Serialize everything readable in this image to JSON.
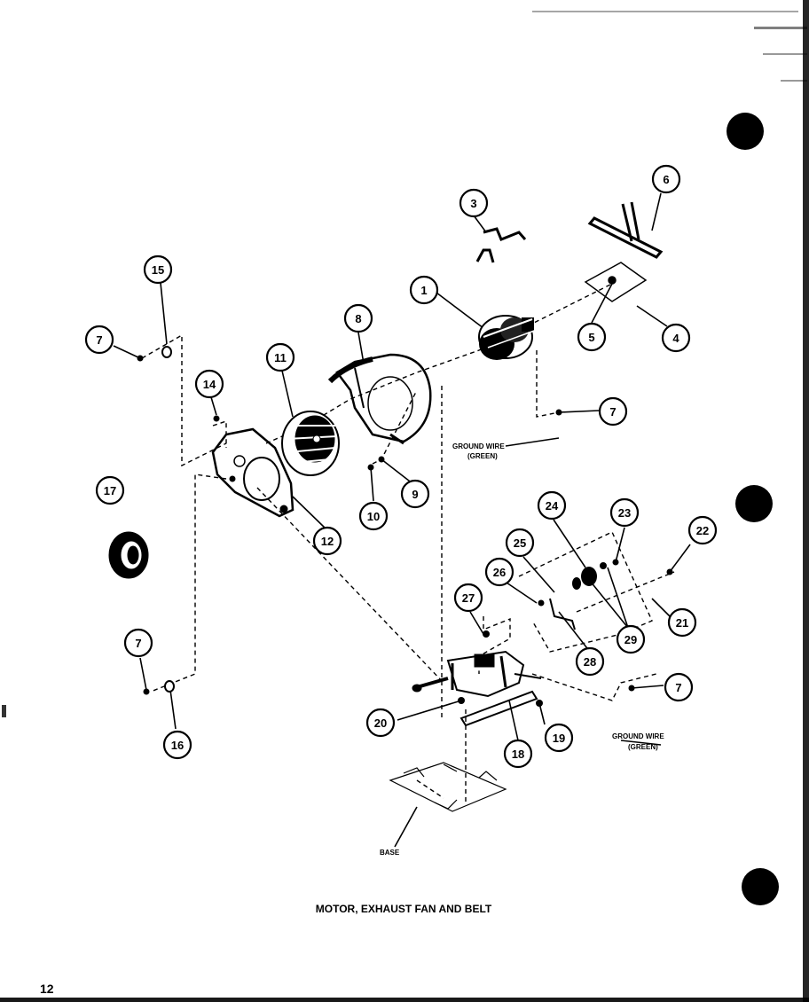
{
  "diagram": {
    "title": "MOTOR, EXHAUST FAN AND BELT",
    "page_number": "12",
    "ground_wire_upper": [
      "GROUND WIRE",
      "(GREEN)"
    ],
    "ground_wire_lower": [
      "GROUND WIRE",
      "(GREEN)"
    ],
    "base_label": "BASE",
    "callouts": [
      {
        "id": "c1",
        "label": "1"
      },
      {
        "id": "c3",
        "label": "3"
      },
      {
        "id": "c6",
        "label": "6"
      },
      {
        "id": "c15",
        "label": "15"
      },
      {
        "id": "c7a",
        "label": "7"
      },
      {
        "id": "c5",
        "label": "5"
      },
      {
        "id": "c4",
        "label": "4"
      },
      {
        "id": "c8",
        "label": "8"
      },
      {
        "id": "c11",
        "label": "11"
      },
      {
        "id": "c14",
        "label": "14"
      },
      {
        "id": "c7b",
        "label": "7"
      },
      {
        "id": "c9",
        "label": "9"
      },
      {
        "id": "c10",
        "label": "10"
      },
      {
        "id": "c17",
        "label": "17"
      },
      {
        "id": "c12",
        "label": "12"
      },
      {
        "id": "c24",
        "label": "24"
      },
      {
        "id": "c23",
        "label": "23"
      },
      {
        "id": "c22",
        "label": "22"
      },
      {
        "id": "c25",
        "label": "25"
      },
      {
        "id": "c26",
        "label": "26"
      },
      {
        "id": "c27",
        "label": "27"
      },
      {
        "id": "c21",
        "label": "21"
      },
      {
        "id": "c29",
        "label": "29"
      },
      {
        "id": "c28",
        "label": "28"
      },
      {
        "id": "c7c",
        "label": "7"
      },
      {
        "id": "c7d",
        "label": "7"
      },
      {
        "id": "c20",
        "label": "20"
      },
      {
        "id": "c19",
        "label": "19"
      },
      {
        "id": "c18",
        "label": "18"
      },
      {
        "id": "c16",
        "label": "16"
      }
    ]
  }
}
